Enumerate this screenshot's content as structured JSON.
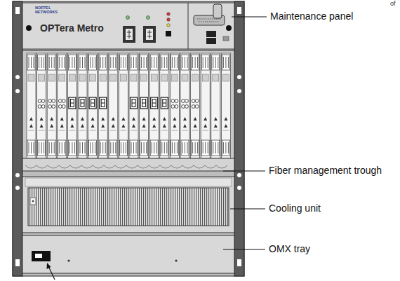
{
  "diagram": {
    "labels": [
      "NORTEL NETWORKS",
      "OPTera Metro",
      "of",
      "Maintenance panel",
      "Fiber management trough",
      "Cooling unit",
      "OMX tray"
    ]
  }
}
